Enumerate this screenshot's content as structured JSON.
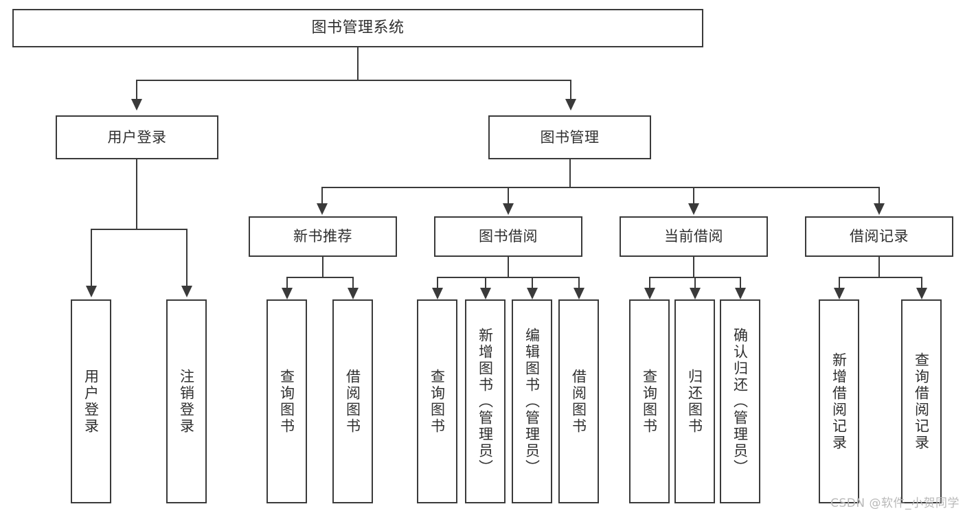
{
  "diagram": {
    "type": "hierarchy-tree",
    "title": "图书管理系统",
    "levels": 4,
    "watermark": "CSDN @软件_小贺同学",
    "colors": {
      "box_border": "#3a3a3a",
      "box_fill": "#ffffff",
      "text": "#2f2f2f",
      "connector": "#3a3a3a",
      "watermark": "#b9b9b9",
      "background": "#ffffff"
    },
    "root": {
      "id": "root",
      "label": "图书管理系统"
    },
    "level2": [
      {
        "id": "user-login",
        "label": "用户登录"
      },
      {
        "id": "book-management",
        "label": "图书管理"
      }
    ],
    "level3": [
      {
        "id": "new-book-recommend",
        "label": "新书推荐"
      },
      {
        "id": "book-borrow",
        "label": "图书借阅"
      },
      {
        "id": "current-borrow",
        "label": "当前借阅"
      },
      {
        "id": "borrow-record",
        "label": "借阅记录"
      }
    ],
    "leaves": {
      "user_login": [
        {
          "id": "leaf-user-login",
          "label": "用户登录"
        },
        {
          "id": "leaf-logout-login",
          "label": "注销登录"
        }
      ],
      "new_book_recommend": [
        {
          "id": "leaf-query-book-1",
          "label": "查询图书"
        },
        {
          "id": "leaf-borrow-book-1",
          "label": "借阅图书"
        }
      ],
      "book_borrow": [
        {
          "id": "leaf-query-book-2",
          "label": "查询图书"
        },
        {
          "id": "leaf-add-book",
          "label": "新增图书（管理员）"
        },
        {
          "id": "leaf-edit-book",
          "label": "编辑图书（管理员）"
        },
        {
          "id": "leaf-borrow-book-2",
          "label": "借阅图书"
        }
      ],
      "current_borrow": [
        {
          "id": "leaf-query-book-3",
          "label": "查询图书"
        },
        {
          "id": "leaf-return-book",
          "label": "归还图书"
        },
        {
          "id": "leaf-confirm-return",
          "label": "确认归还（管理员）"
        }
      ],
      "borrow_record": [
        {
          "id": "leaf-add-record",
          "label": "新增借阅记录"
        },
        {
          "id": "leaf-query-record",
          "label": "查询借阅记录"
        }
      ]
    }
  }
}
